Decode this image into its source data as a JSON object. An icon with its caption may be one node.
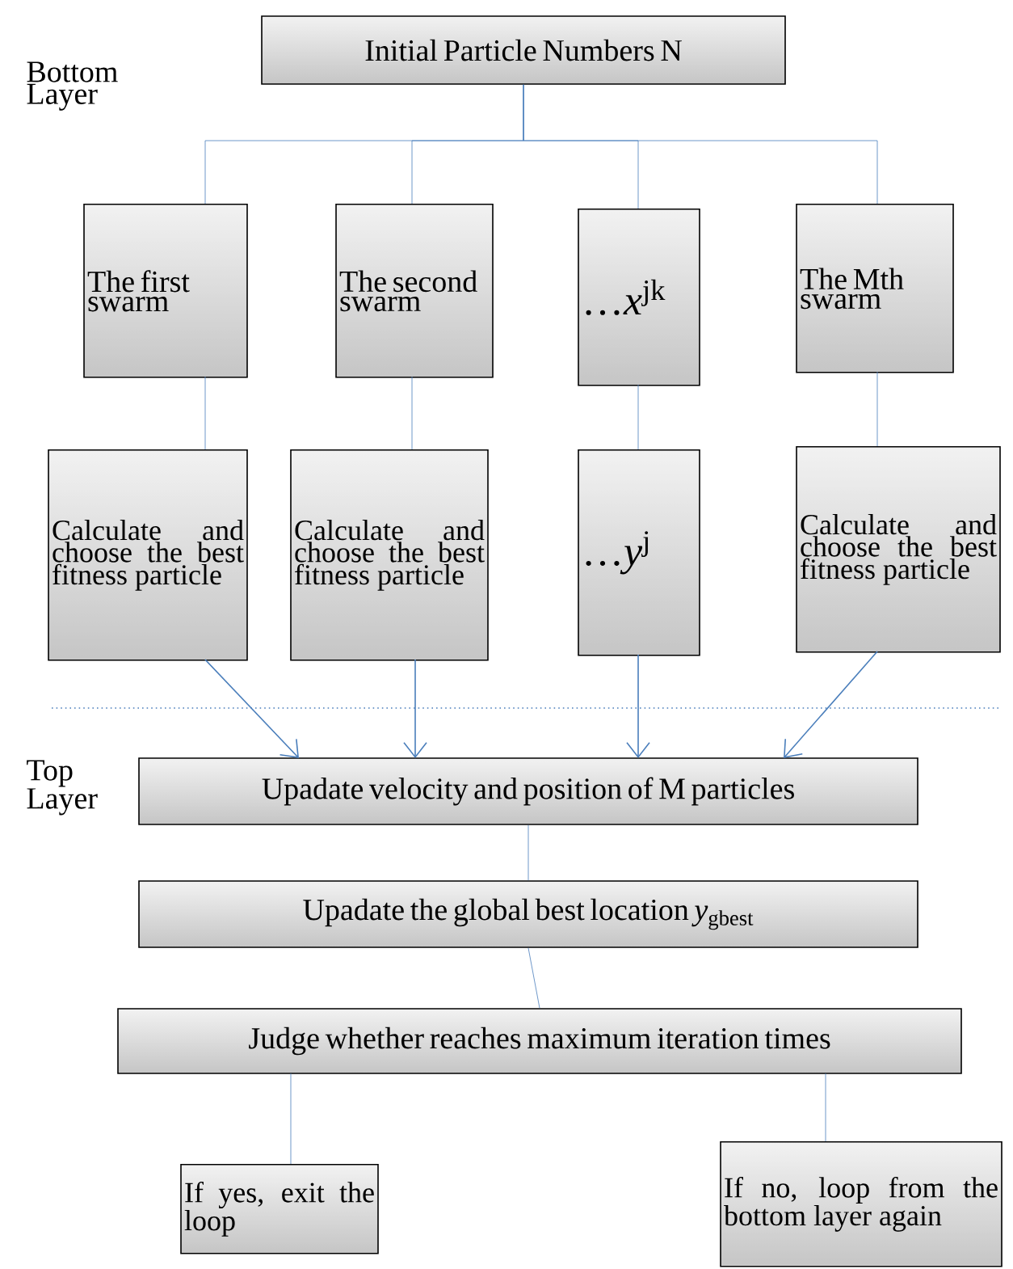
{
  "diagram": {
    "nodes": [
      {
        "text": [
          "Initial Particle Numbers N"
        ]
      },
      {
        "text": [
          "The first swarm"
        ]
      },
      {
        "text": [
          "The second swarm"
        ]
      },
      {
        "text": [
          "…*x*$^{jk}$"
        ]
      },
      {
        "text": [
          "The Mth swarm"
        ]
      },
      {
        "text": [
          "Calculate and choose the best fitness particle"
        ]
      },
      {
        "text": [
          "Calculate and choose the best fitness particle"
        ]
      },
      {
        "text": [
          "…*y*$^{j}$"
        ]
      },
      {
        "text": [
          "Calculate and choose the best fitness particle"
        ]
      },
      {
        "text": [
          "Upadate velocity and position of M particles"
        ]
      },
      {
        "text": [
          "Upadate the global best location *y*$_{gbest}$"
        ]
      },
      {
        "text": [
          "Judge whether reaches maximum iteration times"
        ]
      },
      {
        "text": [
          "If yes, exit the loop"
        ]
      },
      {
        "text": [
          "If no, loop from the bottom layer again"
        ]
      }
    ],
    "edges": [
      {
        "from": 0,
        "to": 1,
        "arrow": "none"
      },
      {
        "from": 0,
        "to": 2,
        "arrow": "none"
      },
      {
        "from": 0,
        "to": 3,
        "arrow": "none"
      },
      {
        "from": 0,
        "to": 4,
        "arrow": "none"
      },
      {
        "from": 1,
        "to": 5,
        "arrow": "none"
      },
      {
        "from": 2,
        "to": 6,
        "arrow": "none"
      },
      {
        "from": 3,
        "to": 7,
        "arrow": "none"
      },
      {
        "from": 4,
        "to": 8,
        "arrow": "none"
      },
      {
        "from": 5,
        "to": 9,
        "arrow": "to"
      },
      {
        "from": 6,
        "to": 9,
        "arrow": "to"
      },
      {
        "from": 7,
        "to": 9,
        "arrow": "to"
      },
      {
        "from": 8,
        "to": 9,
        "arrow": "to"
      },
      {
        "from": 9,
        "to": 10,
        "arrow": "none"
      },
      {
        "from": 10,
        "to": 11,
        "arrow": "none"
      },
      {
        "from": 11,
        "to": 12,
        "arrow": "none"
      },
      {
        "from": 11,
        "to": 13,
        "arrow": "none"
      }
    ],
    "labels": [
      "Bottom Layer",
      "Top Layer"
    ]
  }
}
